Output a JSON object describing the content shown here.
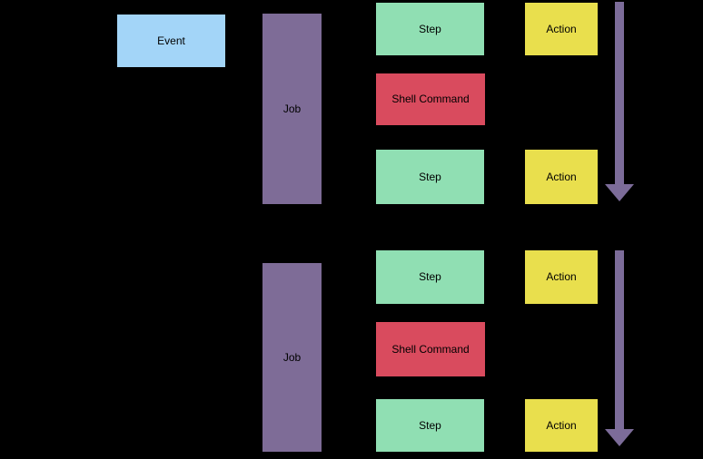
{
  "colors": {
    "background": "#000000",
    "event_fill": "#a3d5f8",
    "job_fill": "#7e6c97",
    "step_fill": "#90dfb3",
    "shell_command_fill": "#d94b5e",
    "action_fill": "#e9df4d",
    "arrow_fill": "#7c6c99",
    "label_text": "#000000"
  },
  "event": {
    "label": "Event"
  },
  "jobs": [
    {
      "label": "Job"
    },
    {
      "label": "Job"
    }
  ],
  "groups": [
    {
      "steps": [
        {
          "kind": "step",
          "label": "Step"
        },
        {
          "kind": "shell-command",
          "label": "Shell Command"
        },
        {
          "kind": "step",
          "label": "Step"
        }
      ],
      "actions": [
        {
          "label": "Action"
        },
        {
          "label": "Action"
        }
      ],
      "arrow_icon": "down-arrow"
    },
    {
      "steps": [
        {
          "kind": "step",
          "label": "Step"
        },
        {
          "kind": "shell-command",
          "label": "Shell Command"
        },
        {
          "kind": "step",
          "label": "Step"
        }
      ],
      "actions": [
        {
          "label": "Action"
        },
        {
          "label": "Action"
        }
      ],
      "arrow_icon": "down-arrow"
    }
  ]
}
